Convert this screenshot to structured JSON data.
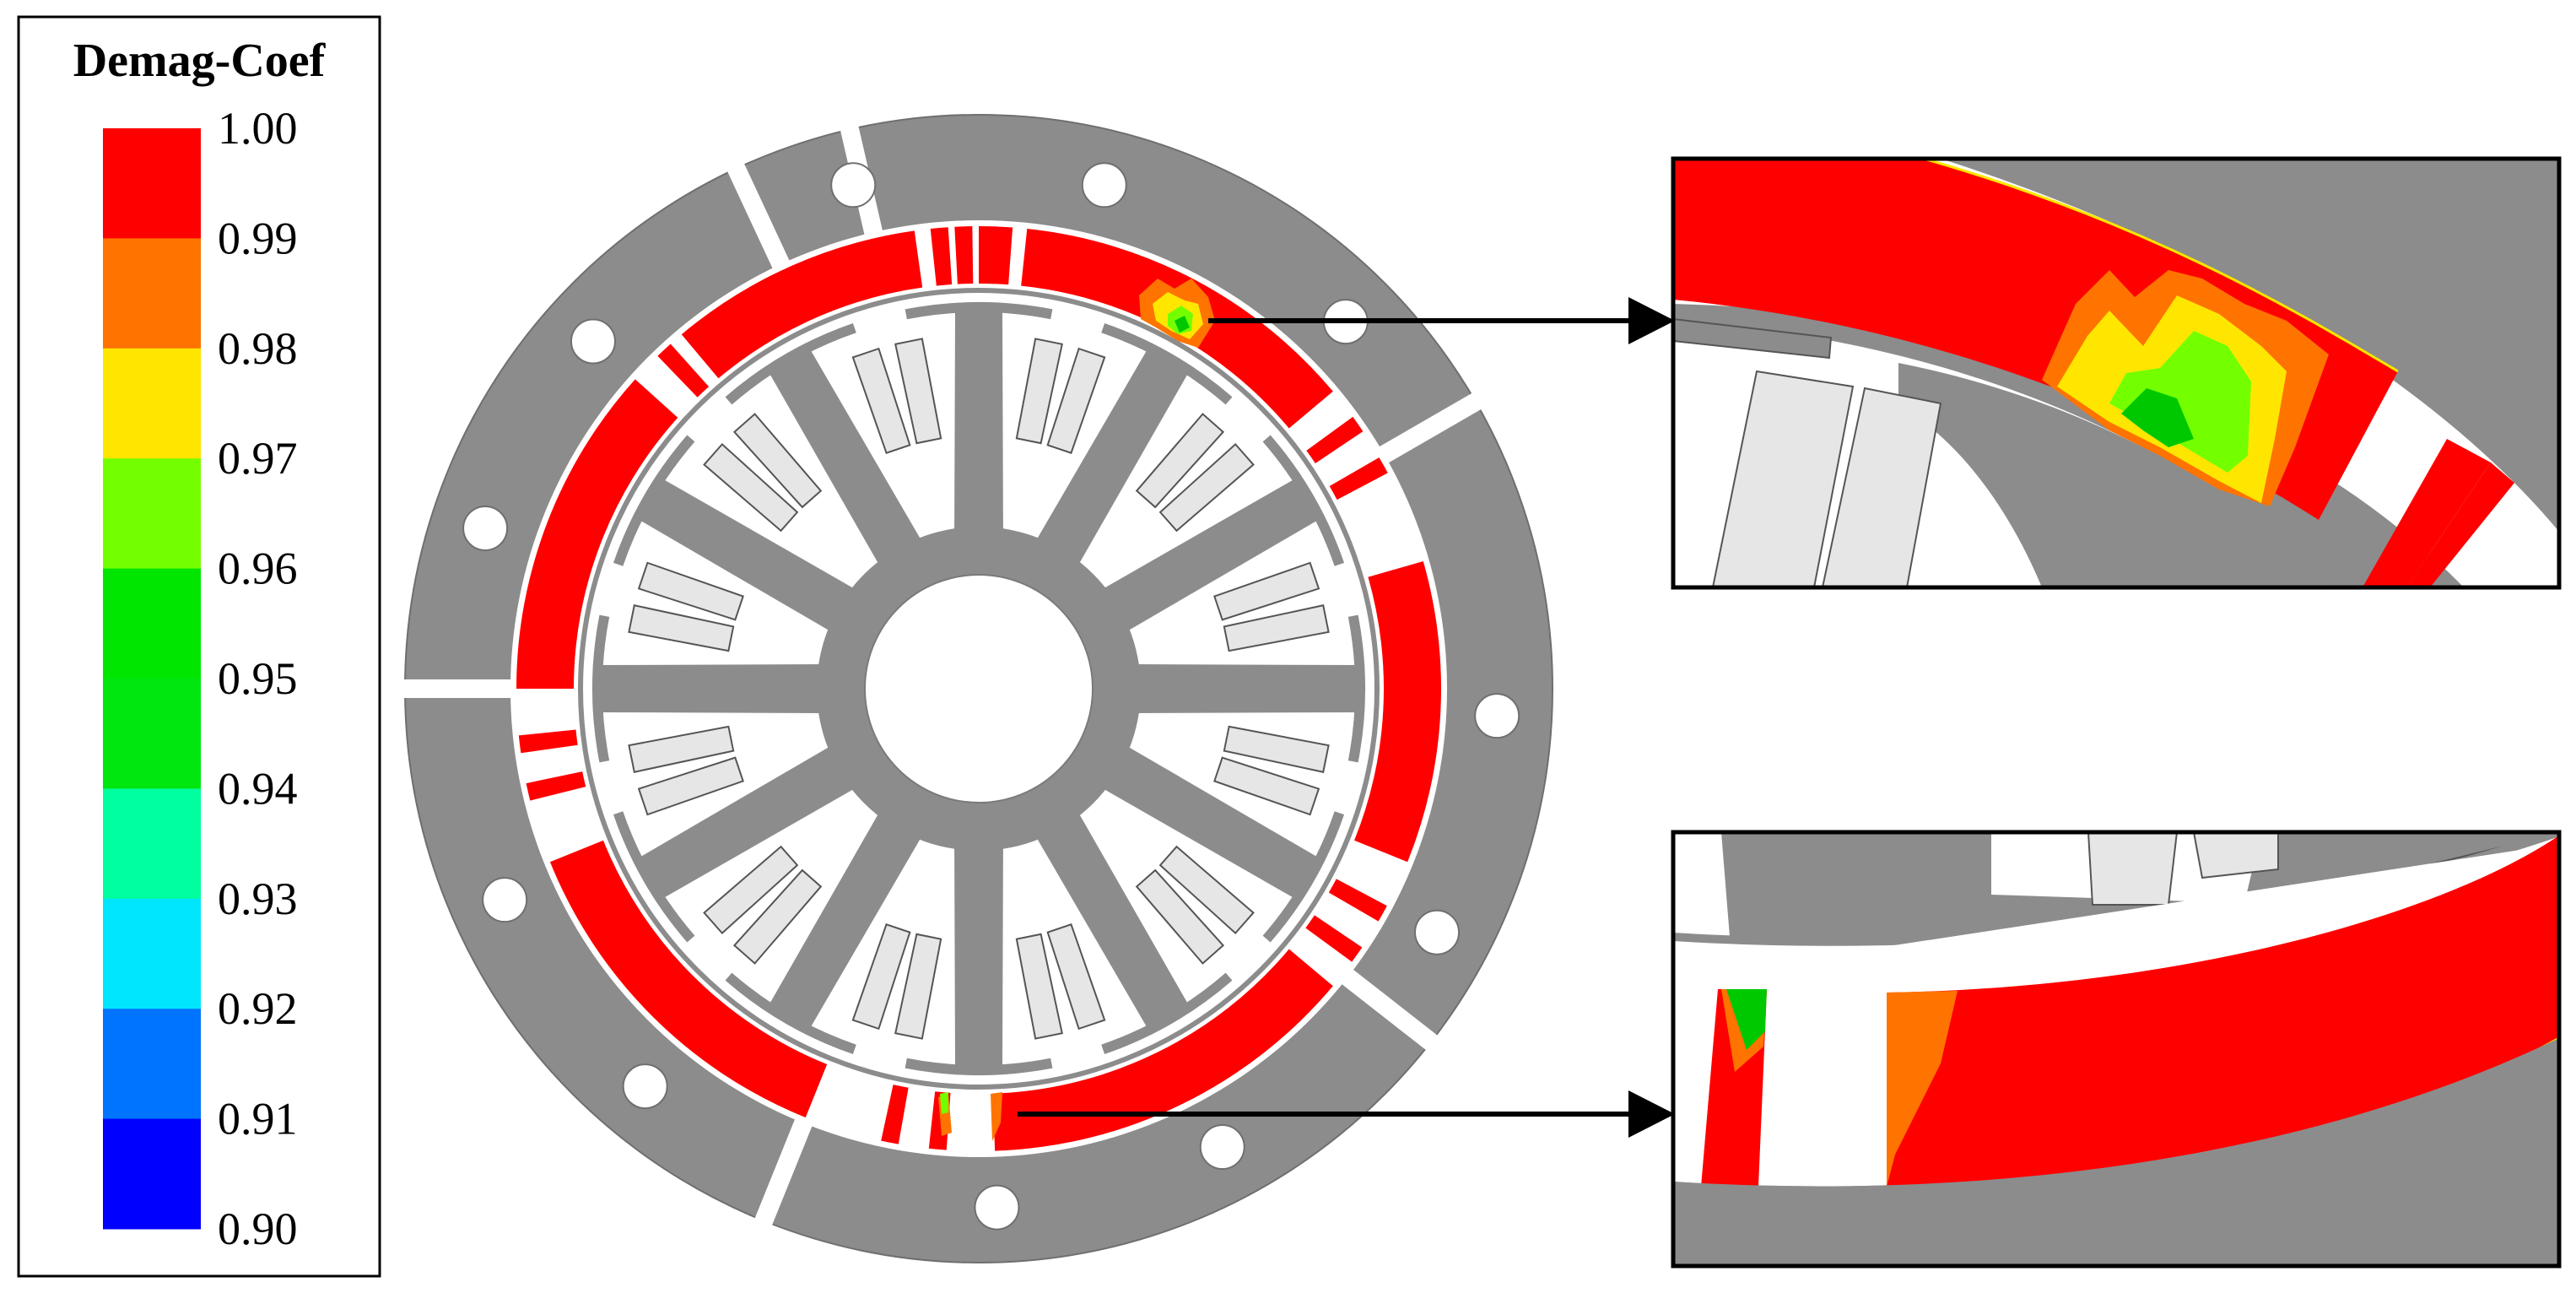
{
  "legend": {
    "title": "Demag-Coef",
    "ticks": [
      "1.00",
      "0.99",
      "0.98",
      "0.97",
      "0.96",
      "0.95",
      "0.94",
      "0.93",
      "0.92",
      "0.91",
      "0.90"
    ],
    "bands": [
      "#ff0000",
      "#ff7300",
      "#ffe600",
      "#73ff00",
      "#00e600",
      "#00e60f",
      "#00ff9e",
      "#00e6ff",
      "#0073ff",
      "#0000ff"
    ]
  },
  "colors": {
    "steel": "#8c8c8c",
    "coil": "#e6e6e6",
    "magnet_base": "#ff0000",
    "frame_border": "#000000"
  }
}
